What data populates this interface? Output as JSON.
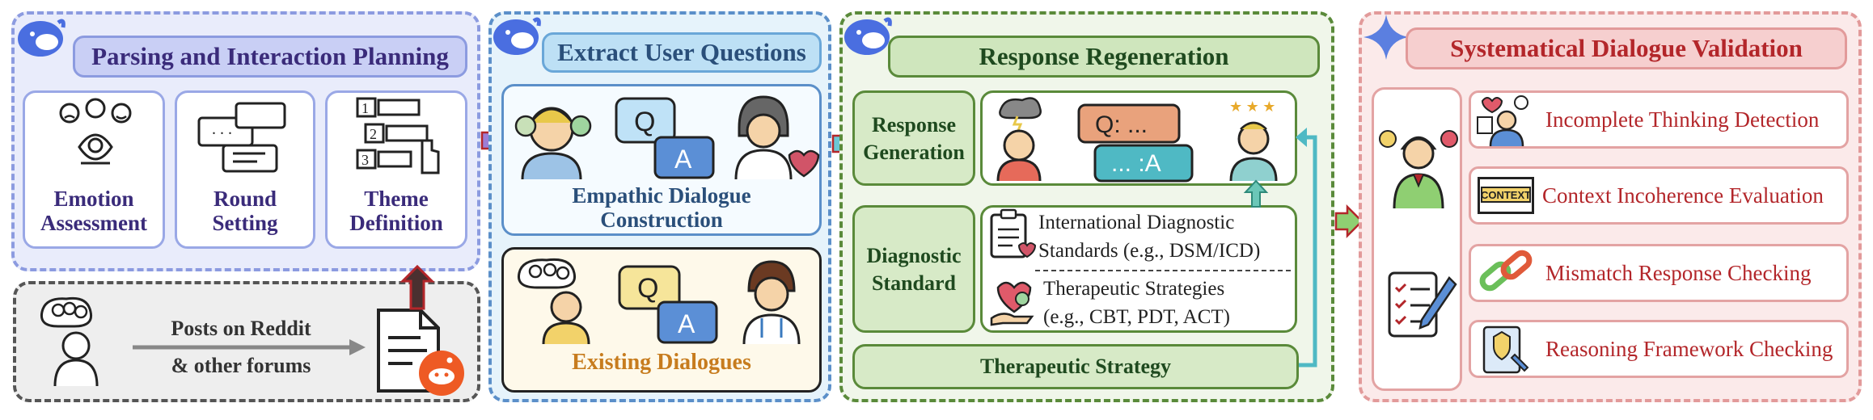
{
  "panel1": {
    "title": "Parsing and Interaction Planning",
    "cards": [
      {
        "label_line1": "Emotion",
        "label_line2": "Assessment"
      },
      {
        "label_line1": "Round",
        "label_line2": "Setting"
      },
      {
        "label_line1": "Theme",
        "label_line2": "Definition"
      }
    ],
    "source_line1": "Posts on Reddit",
    "source_line2": "& other forums"
  },
  "panel2": {
    "title": "Extract User Questions",
    "card1_line1": "Empathic Dialogue",
    "card1_line2": "Construction",
    "card2_label": "Existing Dialogues",
    "q_letter": "Q",
    "a_letter": "A"
  },
  "panel3": {
    "title": "Response Regeneration",
    "resp_gen_line1": "Response",
    "resp_gen_line2": "Generation",
    "q_bubble": "Q: ...",
    "a_bubble": "... :A",
    "diag_line1": "Diagnostic",
    "diag_line2": "Standard",
    "std_line1": "International Diagnostic",
    "std_line2": "Standards (e.g., DSM/ICD)",
    "strat_line1": "Therapeutic Strategies",
    "strat_line2": "(e.g., CBT, PDT, ACT)",
    "therapeutic_strategy": "Therapeutic Strategy"
  },
  "panel4": {
    "title": "Systematical Dialogue Validation",
    "checks": [
      "Incomplete Thinking Detection",
      "Context Incoherence Evaluation",
      "Mismatch Response Checking",
      "Reasoning Framework Checking"
    ],
    "context_tag": "CONTEXT"
  },
  "colors": {
    "panel1_border": "#8c9be0",
    "panel2_border": "#5b8fc9",
    "panel3_border": "#5a8a3a",
    "panel4_border": "#e29a9a",
    "title1_text": "#3a2b7a",
    "title2_text": "#2a4f7a",
    "title3_text": "#1f4a1f",
    "title4_text": "#b3262a",
    "arrow_red": "#b3262a"
  }
}
